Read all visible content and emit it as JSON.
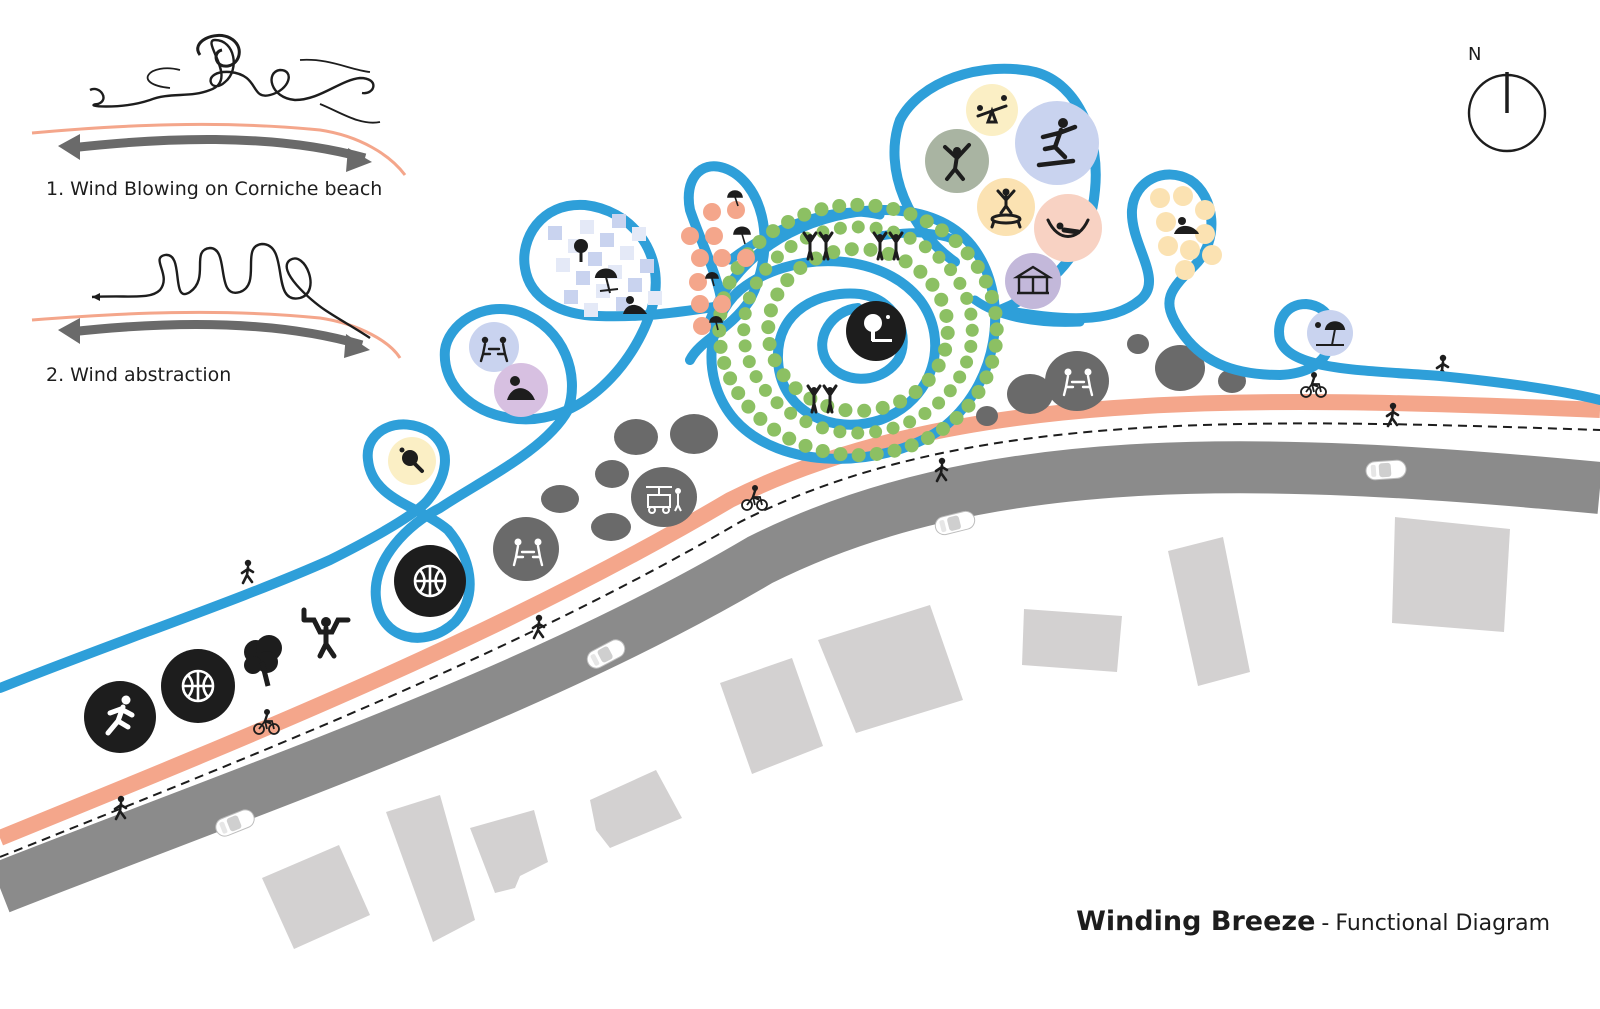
{
  "title": {
    "main": "Winding Breeze",
    "separator": "-",
    "subtitle": "Functional Diagram"
  },
  "legend": {
    "item1": "1. Wind Blowing on Corniche beach",
    "item2": "2. Wind abstraction"
  },
  "north_label": "N",
  "colors": {
    "path_blue": "#2e9fd9",
    "cycle_track": "#f4a68b",
    "road": "#8b8b8b",
    "building": "#d3d1d1",
    "stone": "#6a6a6a",
    "greenery": "#8cc063",
    "ink": "#1d1d1d"
  },
  "icons": [
    "running-icon",
    "basketball-icon",
    "tree-icon",
    "gymnast-icon",
    "table-tennis-icon",
    "chess-players-icon",
    "sunbather-icon",
    "beach-umbrella-icon",
    "picnic-icon",
    "seesaw-icon",
    "skateboard-icon",
    "climber-icon",
    "trampoline-icon",
    "hammock-icon",
    "carousel-icon",
    "celebration-icon",
    "bench-tree-icon",
    "food-cart-icon",
    "pedestrian-icon",
    "cyclist-icon",
    "car-icon",
    "compass-icon"
  ]
}
